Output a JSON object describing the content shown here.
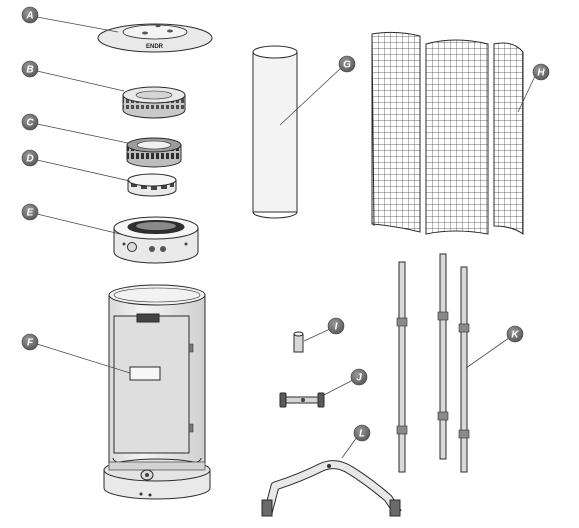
{
  "diagram": {
    "type": "exploded-parts-view",
    "labels": {
      "A": "A",
      "B": "B",
      "C": "C",
      "D": "D",
      "E": "E",
      "F": "F",
      "G": "G",
      "H": "H",
      "I": "I",
      "J": "J",
      "K": "K",
      "L": "L"
    },
    "top_lid_text": "ENDR"
  },
  "colors": {
    "outline": "#2b2b2b",
    "part_fill_light": "#e9e9e9",
    "part_fill_mid": "#c9c9c9",
    "label_badge": "#6e6e6e"
  }
}
